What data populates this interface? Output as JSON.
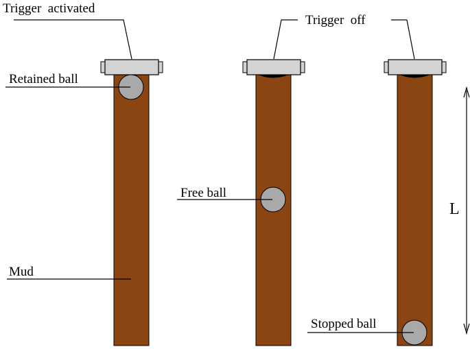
{
  "labels": {
    "trigger_activated": "Trigger  activated",
    "trigger_off": "Trigger  off",
    "retained_ball": "Retained ball",
    "free_ball": "Free ball",
    "mud": "Mud",
    "stopped_ball": "Stopped ball",
    "length": "L"
  },
  "colors": {
    "mud": "#8B4513",
    "ball": "#A9A9A9",
    "trigger": "#D3D3D3",
    "line": "#000000"
  }
}
